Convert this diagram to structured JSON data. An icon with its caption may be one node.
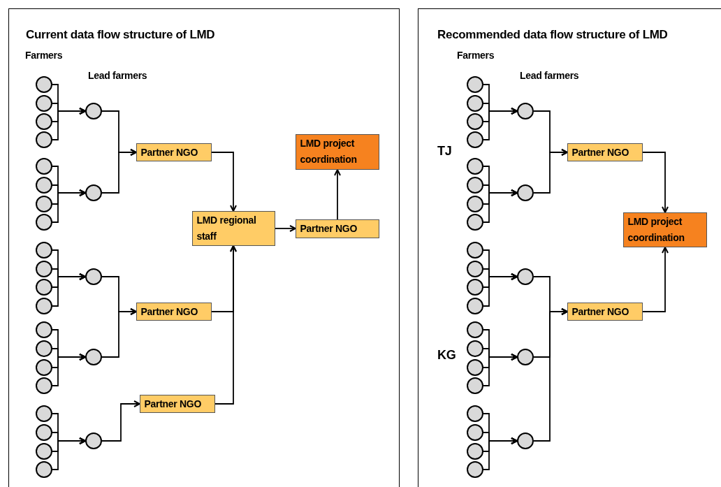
{
  "diagram": {
    "nodes": [
      {
        "text": [
          "Current data flow structure of LMD"
        ]
      },
      {
        "text": [],
        "shape": "circle",
        "in": 0
      },
      {
        "text": [],
        "shape": "circle",
        "in": 0
      },
      {
        "text": [],
        "shape": "circle",
        "in": 0
      },
      {
        "text": [],
        "shape": "circle",
        "in": 0
      },
      {
        "text": [],
        "shape": "circle",
        "in": 0
      },
      {
        "text": [],
        "shape": "circle",
        "in": 0
      },
      {
        "text": [],
        "shape": "circle",
        "in": 0
      },
      {
        "text": [],
        "shape": "circle",
        "in": 0
      },
      {
        "text": [],
        "shape": "circle",
        "in": 0
      },
      {
        "text": [],
        "shape": "circle",
        "in": 0
      },
      {
        "text": [],
        "shape": "circle",
        "in": 0
      },
      {
        "text": [],
        "shape": "circle",
        "in": 0
      },
      {
        "text": [],
        "shape": "circle",
        "in": 0
      },
      {
        "text": [],
        "shape": "circle",
        "in": 0
      },
      {
        "text": [],
        "shape": "circle",
        "in": 0
      },
      {
        "text": [],
        "shape": "circle",
        "in": 0
      },
      {
        "text": [],
        "shape": "circle",
        "in": 0
      },
      {
        "text": [],
        "shape": "circle",
        "in": 0
      },
      {
        "text": [],
        "shape": "circle",
        "in": 0
      },
      {
        "text": [],
        "shape": "circle",
        "in": 0
      },
      {
        "text": [],
        "shape": "circle",
        "in": 0
      },
      {
        "text": [],
        "shape": "circle",
        "in": 0
      },
      {
        "text": [],
        "shape": "circle",
        "in": 0
      },
      {
        "text": [],
        "shape": "circle",
        "in": 0
      },
      {
        "text": [],
        "shape": "circle",
        "in": 0
      },
      {
        "text": [
          "Partner NGO"
        ],
        "in": 0
      },
      {
        "text": [
          "Partner NGO"
        ],
        "in": 0
      },
      {
        "text": [
          "Partner NGO"
        ],
        "in": 0
      },
      {
        "text": [
          "LMD regional staff"
        ],
        "in": 0
      },
      {
        "text": [
          "Partner NGO"
        ],
        "in": 0
      },
      {
        "text": [
          "LMD project coordination"
        ],
        "in": 0
      },
      {
        "text": [
          "Recommended data flow structure of LMD"
        ]
      },
      {
        "text": [],
        "shape": "circle",
        "in": 32
      },
      {
        "text": [],
        "shape": "circle",
        "in": 32
      },
      {
        "text": [],
        "shape": "circle",
        "in": 32
      },
      {
        "text": [],
        "shape": "circle",
        "in": 32
      },
      {
        "text": [],
        "shape": "circle",
        "in": 32
      },
      {
        "text": [],
        "shape": "circle",
        "in": 32
      },
      {
        "text": [],
        "shape": "circle",
        "in": 32
      },
      {
        "text": [],
        "shape": "circle",
        "in": 32
      },
      {
        "text": [],
        "shape": "circle",
        "in": 32
      },
      {
        "text": [],
        "shape": "circle",
        "in": 32
      },
      {
        "text": [],
        "shape": "circle",
        "in": 32
      },
      {
        "text": [],
        "shape": "circle",
        "in": 32
      },
      {
        "text": [],
        "shape": "circle",
        "in": 32
      },
      {
        "text": [],
        "shape": "circle",
        "in": 32
      },
      {
        "text": [],
        "shape": "circle",
        "in": 32
      },
      {
        "text": [],
        "shape": "circle",
        "in": 32
      },
      {
        "text": [],
        "shape": "circle",
        "in": 32
      },
      {
        "text": [],
        "shape": "circle",
        "in": 32
      },
      {
        "text": [],
        "shape": "circle",
        "in": 32
      },
      {
        "text": [],
        "shape": "circle",
        "in": 32
      },
      {
        "text": [],
        "shape": "circle",
        "in": 32
      },
      {
        "text": [],
        "shape": "circle",
        "in": 32
      },
      {
        "text": [],
        "shape": "circle",
        "in": 32
      },
      {
        "text": [],
        "shape": "circle",
        "in": 32
      },
      {
        "text": [],
        "shape": "circle",
        "in": 32
      },
      {
        "text": [
          "Partner NGO"
        ],
        "in": 32
      },
      {
        "text": [
          "Partner NGO"
        ],
        "in": 32
      },
      {
        "text": [
          "LMD project coordination"
        ],
        "in": 32
      }
    ],
    "edges": [
      {
        "from": 1,
        "to": 21,
        "arrow": "to"
      },
      {
        "from": 2,
        "to": 21,
        "arrow": "to"
      },
      {
        "from": 3,
        "to": 21,
        "arrow": "to"
      },
      {
        "from": 4,
        "to": 21,
        "arrow": "to"
      },
      {
        "from": 5,
        "to": 22,
        "arrow": "to"
      },
      {
        "from": 6,
        "to": 22,
        "arrow": "to"
      },
      {
        "from": 7,
        "to": 22,
        "arrow": "to"
      },
      {
        "from": 8,
        "to": 22,
        "arrow": "to"
      },
      {
        "from": 9,
        "to": 23,
        "arrow": "to"
      },
      {
        "from": 10,
        "to": 23,
        "arrow": "to"
      },
      {
        "from": 11,
        "to": 23,
        "arrow": "to"
      },
      {
        "from": 12,
        "to": 23,
        "arrow": "to"
      },
      {
        "from": 13,
        "to": 24,
        "arrow": "to"
      },
      {
        "from": 14,
        "to": 24,
        "arrow": "to"
      },
      {
        "from": 15,
        "to": 24,
        "arrow": "to"
      },
      {
        "from": 16,
        "to": 24,
        "arrow": "to"
      },
      {
        "from": 17,
        "to": 25,
        "arrow": "to"
      },
      {
        "from": 18,
        "to": 25,
        "arrow": "to"
      },
      {
        "from": 19,
        "to": 25,
        "arrow": "to"
      },
      {
        "from": 20,
        "to": 25,
        "arrow": "to"
      },
      {
        "from": 21,
        "to": 26,
        "arrow": "to"
      },
      {
        "from": 22,
        "to": 26,
        "arrow": "to"
      },
      {
        "from": 23,
        "to": 27,
        "arrow": "to"
      },
      {
        "from": 24,
        "to": 27,
        "arrow": "to"
      },
      {
        "from": 25,
        "to": 28,
        "arrow": "to"
      },
      {
        "from": 26,
        "to": 29,
        "arrow": "to"
      },
      {
        "from": 27,
        "to": 29,
        "arrow": "to"
      },
      {
        "from": 28,
        "to": 29,
        "arrow": "to"
      },
      {
        "from": 29,
        "to": 30,
        "arrow": "to"
      },
      {
        "from": 30,
        "to": 31,
        "arrow": "to"
      },
      {
        "from": 33,
        "to": 53,
        "arrow": "to"
      },
      {
        "from": 34,
        "to": 53,
        "arrow": "to"
      },
      {
        "from": 35,
        "to": 53,
        "arrow": "to"
      },
      {
        "from": 36,
        "to": 53,
        "arrow": "to"
      },
      {
        "from": 37,
        "to": 54,
        "arrow": "to"
      },
      {
        "from": 38,
        "to": 54,
        "arrow": "to"
      },
      {
        "from": 39,
        "to": 54,
        "arrow": "to"
      },
      {
        "from": 40,
        "to": 54,
        "arrow": "to"
      },
      {
        "from": 41,
        "to": 55,
        "arrow": "to"
      },
      {
        "from": 42,
        "to": 55,
        "arrow": "to"
      },
      {
        "from": 43,
        "to": 55,
        "arrow": "to"
      },
      {
        "from": 44,
        "to": 55,
        "arrow": "to"
      },
      {
        "from": 45,
        "to": 56,
        "arrow": "to"
      },
      {
        "from": 46,
        "to": 56,
        "arrow": "to"
      },
      {
        "from": 47,
        "to": 56,
        "arrow": "to"
      },
      {
        "from": 48,
        "to": 56,
        "arrow": "to"
      },
      {
        "from": 49,
        "to": 57,
        "arrow": "to"
      },
      {
        "from": 50,
        "to": 57,
        "arrow": "to"
      },
      {
        "from": 51,
        "to": 57,
        "arrow": "to"
      },
      {
        "from": 52,
        "to": 57,
        "arrow": "to"
      },
      {
        "from": 53,
        "to": 58,
        "arrow": "to"
      },
      {
        "from": 54,
        "to": 58,
        "arrow": "to"
      },
      {
        "from": 55,
        "to": 59,
        "arrow": "to"
      },
      {
        "from": 56,
        "to": 59,
        "arrow": "to"
      },
      {
        "from": 57,
        "to": 59,
        "arrow": "to"
      },
      {
        "from": 58,
        "to": 60,
        "arrow": "to"
      },
      {
        "from": 59,
        "to": 60,
        "arrow": "to"
      }
    ],
    "labels": [
      "Farmers",
      "Lead farmers",
      "Farmers",
      "Lead farmers",
      "TJ",
      "KG"
    ]
  }
}
